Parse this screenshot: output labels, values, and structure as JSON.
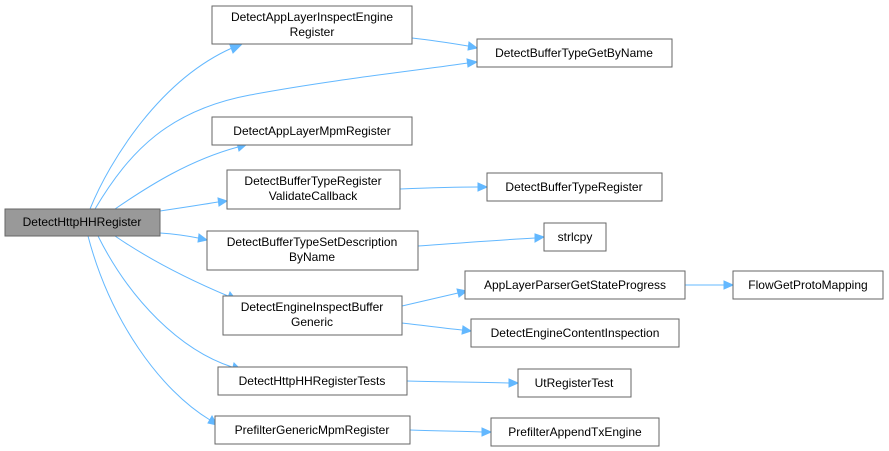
{
  "graph": {
    "root": {
      "lines": [
        "DetectHttpHHRegister"
      ]
    },
    "nodes": {
      "n1": {
        "lines": [
          "DetectAppLayerInspectEngine",
          "Register"
        ]
      },
      "n2": {
        "lines": [
          "DetectBufferTypeGetByName"
        ]
      },
      "n3": {
        "lines": [
          "DetectAppLayerMpmRegister"
        ]
      },
      "n4": {
        "lines": [
          "DetectBufferTypeRegister",
          "ValidateCallback"
        ]
      },
      "n5": {
        "lines": [
          "DetectBufferTypeRegister"
        ]
      },
      "n6": {
        "lines": [
          "DetectBufferTypeSetDescription",
          "ByName"
        ]
      },
      "n7": {
        "lines": [
          "strlcpy"
        ]
      },
      "n8": {
        "lines": [
          "DetectEngineInspectBuffer",
          "Generic"
        ]
      },
      "n9": {
        "lines": [
          "AppLayerParserGetStateProgress"
        ]
      },
      "n10": {
        "lines": [
          "FlowGetProtoMapping"
        ]
      },
      "n11": {
        "lines": [
          "DetectEngineContentInspection"
        ]
      },
      "n12": {
        "lines": [
          "DetectHttpHHRegisterTests"
        ]
      },
      "n13": {
        "lines": [
          "UtRegisterTest"
        ]
      },
      "n14": {
        "lines": [
          "PrefilterGenericMpmRegister"
        ]
      },
      "n15": {
        "lines": [
          "PrefilterAppendTxEngine"
        ]
      }
    },
    "colors": {
      "edge": "#63b8ff",
      "root_fill": "#999999",
      "node_border": "#666666"
    }
  }
}
